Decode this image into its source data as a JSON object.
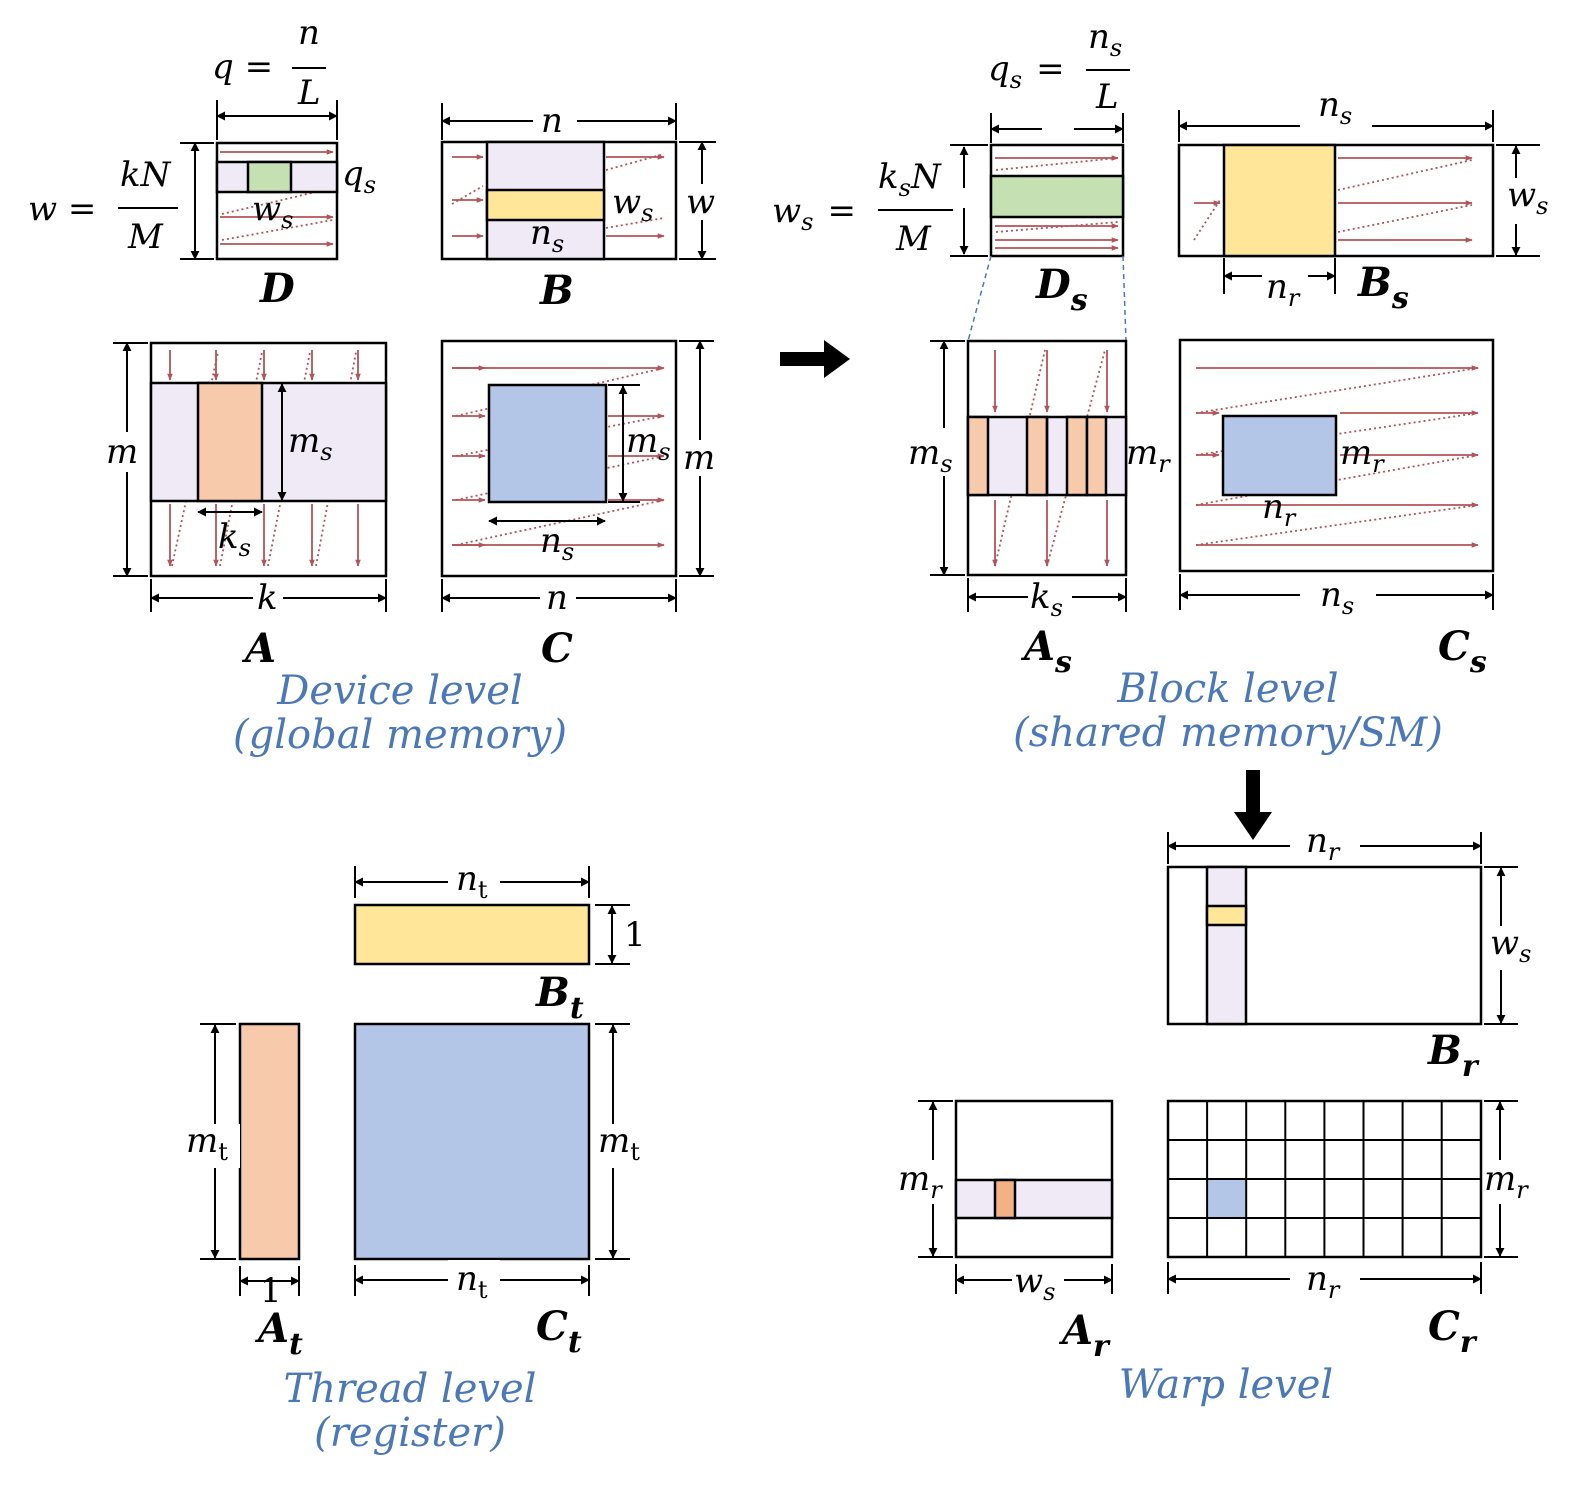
{
  "colors": {
    "lavender": "#efeaf6",
    "green": "#c5e0b3",
    "yellow": "#ffe699",
    "orange": "#f7caac",
    "orange_dark": "#f4b183",
    "blue": "#b4c6e7",
    "arrow_red": "#b4535a",
    "caption_blue": "#4a78b8",
    "line": "#000000"
  },
  "device": {
    "caption_line1": "Device level",
    "caption_line2": "(global memory)",
    "D": {
      "name": "D",
      "q_lhs": "q =",
      "q_num": "n",
      "q_den": "L",
      "w_lhs": "w =",
      "w_num": "kN",
      "w_den": "M",
      "qs": "q",
      "qs_sub": "s",
      "ws": "w",
      "ws_sub": "s"
    },
    "B": {
      "name": "B",
      "top": "n",
      "right": "w",
      "ws": "w",
      "ws_sub": "s",
      "ns": "n",
      "ns_sub": "s"
    },
    "A": {
      "name": "A",
      "left": "m",
      "bottom": "k",
      "ms": "m",
      "ms_sub": "s",
      "ks": "k",
      "ks_sub": "s"
    },
    "C": {
      "name": "C",
      "right": "m",
      "bottom": "n",
      "ms": "m",
      "ms_sub": "s",
      "ns": "n",
      "ns_sub": "s"
    }
  },
  "block": {
    "caption_line1": "Block level",
    "caption_line2": "(shared memory/SM)",
    "Ds": {
      "name": "D",
      "name_sub": "s",
      "q_lhs": "q",
      "q_lhs_sub": "s",
      "q_eq": "=",
      "q_num": "n",
      "q_num_sub": "s",
      "q_den": "L",
      "w_lhs": "w",
      "w_lhs_sub": "s",
      "w_eq": "=",
      "w_num_k": "k",
      "w_num_sub": "s",
      "w_num_N": "N",
      "w_den": "M"
    },
    "Bs": {
      "name": "B",
      "name_sub": "s",
      "top": "n",
      "top_sub": "s",
      "right": "w",
      "right_sub": "s",
      "nr": "n",
      "nr_sub": "r"
    },
    "As": {
      "name": "A",
      "name_sub": "s",
      "left": "m",
      "left_sub": "s",
      "bottom": "k",
      "bottom_sub": "s",
      "mr": "m",
      "mr_sub": "r"
    },
    "Cs": {
      "name": "C",
      "name_sub": "s",
      "bottom": "n",
      "bottom_sub": "s",
      "mr": "m",
      "mr_sub": "r",
      "nr": "n",
      "nr_sub": "r"
    }
  },
  "warp": {
    "caption": "Warp level",
    "Br": {
      "name": "B",
      "name_sub": "r",
      "top": "n",
      "top_sub": "r",
      "right": "w",
      "right_sub": "s"
    },
    "Ar": {
      "name": "A",
      "name_sub": "r",
      "left": "m",
      "left_sub": "r",
      "bottom": "w",
      "bottom_sub": "s"
    },
    "Cr": {
      "name": "C",
      "name_sub": "r",
      "right": "m",
      "right_sub": "r",
      "bottom": "n",
      "bottom_sub": "r"
    }
  },
  "thread": {
    "caption_line1": "Thread level",
    "caption_line2": "(register)",
    "Bt": {
      "name": "B",
      "name_sub": "t",
      "top": "n",
      "top_sub": "t",
      "right": "1"
    },
    "At": {
      "name": "A",
      "name_sub": "t",
      "left": "m",
      "left_sub": "t",
      "bottom": "1"
    },
    "Ct": {
      "name": "C",
      "name_sub": "t",
      "right": "m",
      "right_sub": "t",
      "bottom": "n",
      "bottom_sub": "t"
    }
  }
}
